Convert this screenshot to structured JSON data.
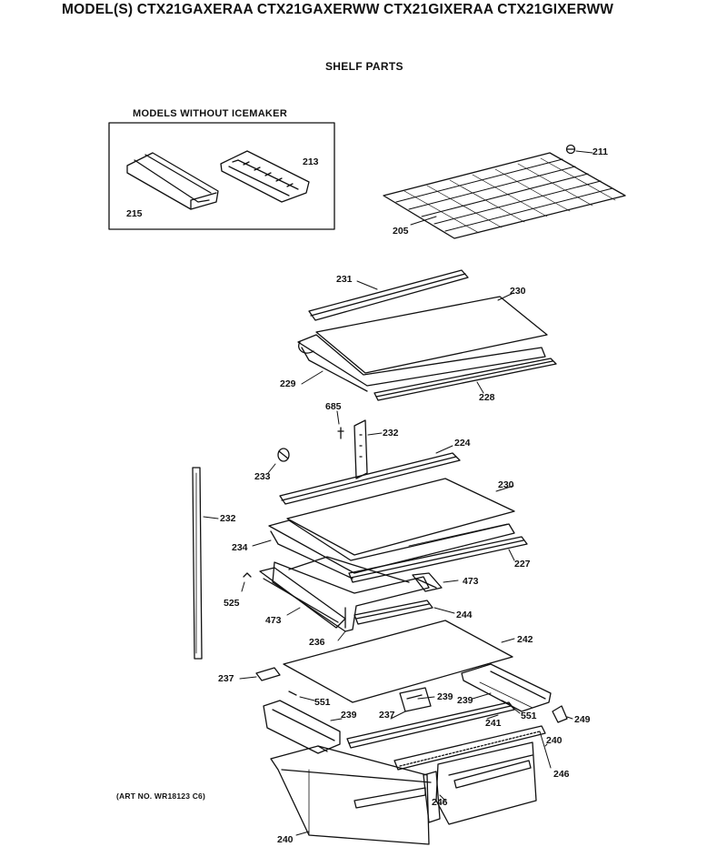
{
  "header": {
    "title": "MODEL(S) CTX21GAXERAA  CTX21GAXERWW  CTX21GIXERAA  CTX21GIXERWW",
    "subtitle": "SHELF PARTS"
  },
  "inset": {
    "title": "MODELS WITHOUT ICEMAKER"
  },
  "footer": {
    "art_no": "(ART NO. WR18123 C6)"
  },
  "callouts": {
    "c211": "211",
    "c213": "213",
    "c215": "215",
    "c205": "205",
    "c231": "231",
    "c230a": "230",
    "c229": "229",
    "c228": "228",
    "c685": "685",
    "c232a": "232",
    "c224": "224",
    "c233": "233",
    "c230b": "230",
    "c232b": "232",
    "c234": "234",
    "c227": "227",
    "c473a": "473",
    "c525": "525",
    "c244": "244",
    "c473b": "473",
    "c236": "236",
    "c242": "242",
    "c237a": "237",
    "c551a": "551",
    "c239a": "239",
    "c239b": "239",
    "c239c": "239",
    "c237b": "237",
    "c241": "241",
    "c551b": "551",
    "c249": "249",
    "c240a": "240",
    "c246a": "246",
    "c246b": "246",
    "c240b": "240"
  }
}
